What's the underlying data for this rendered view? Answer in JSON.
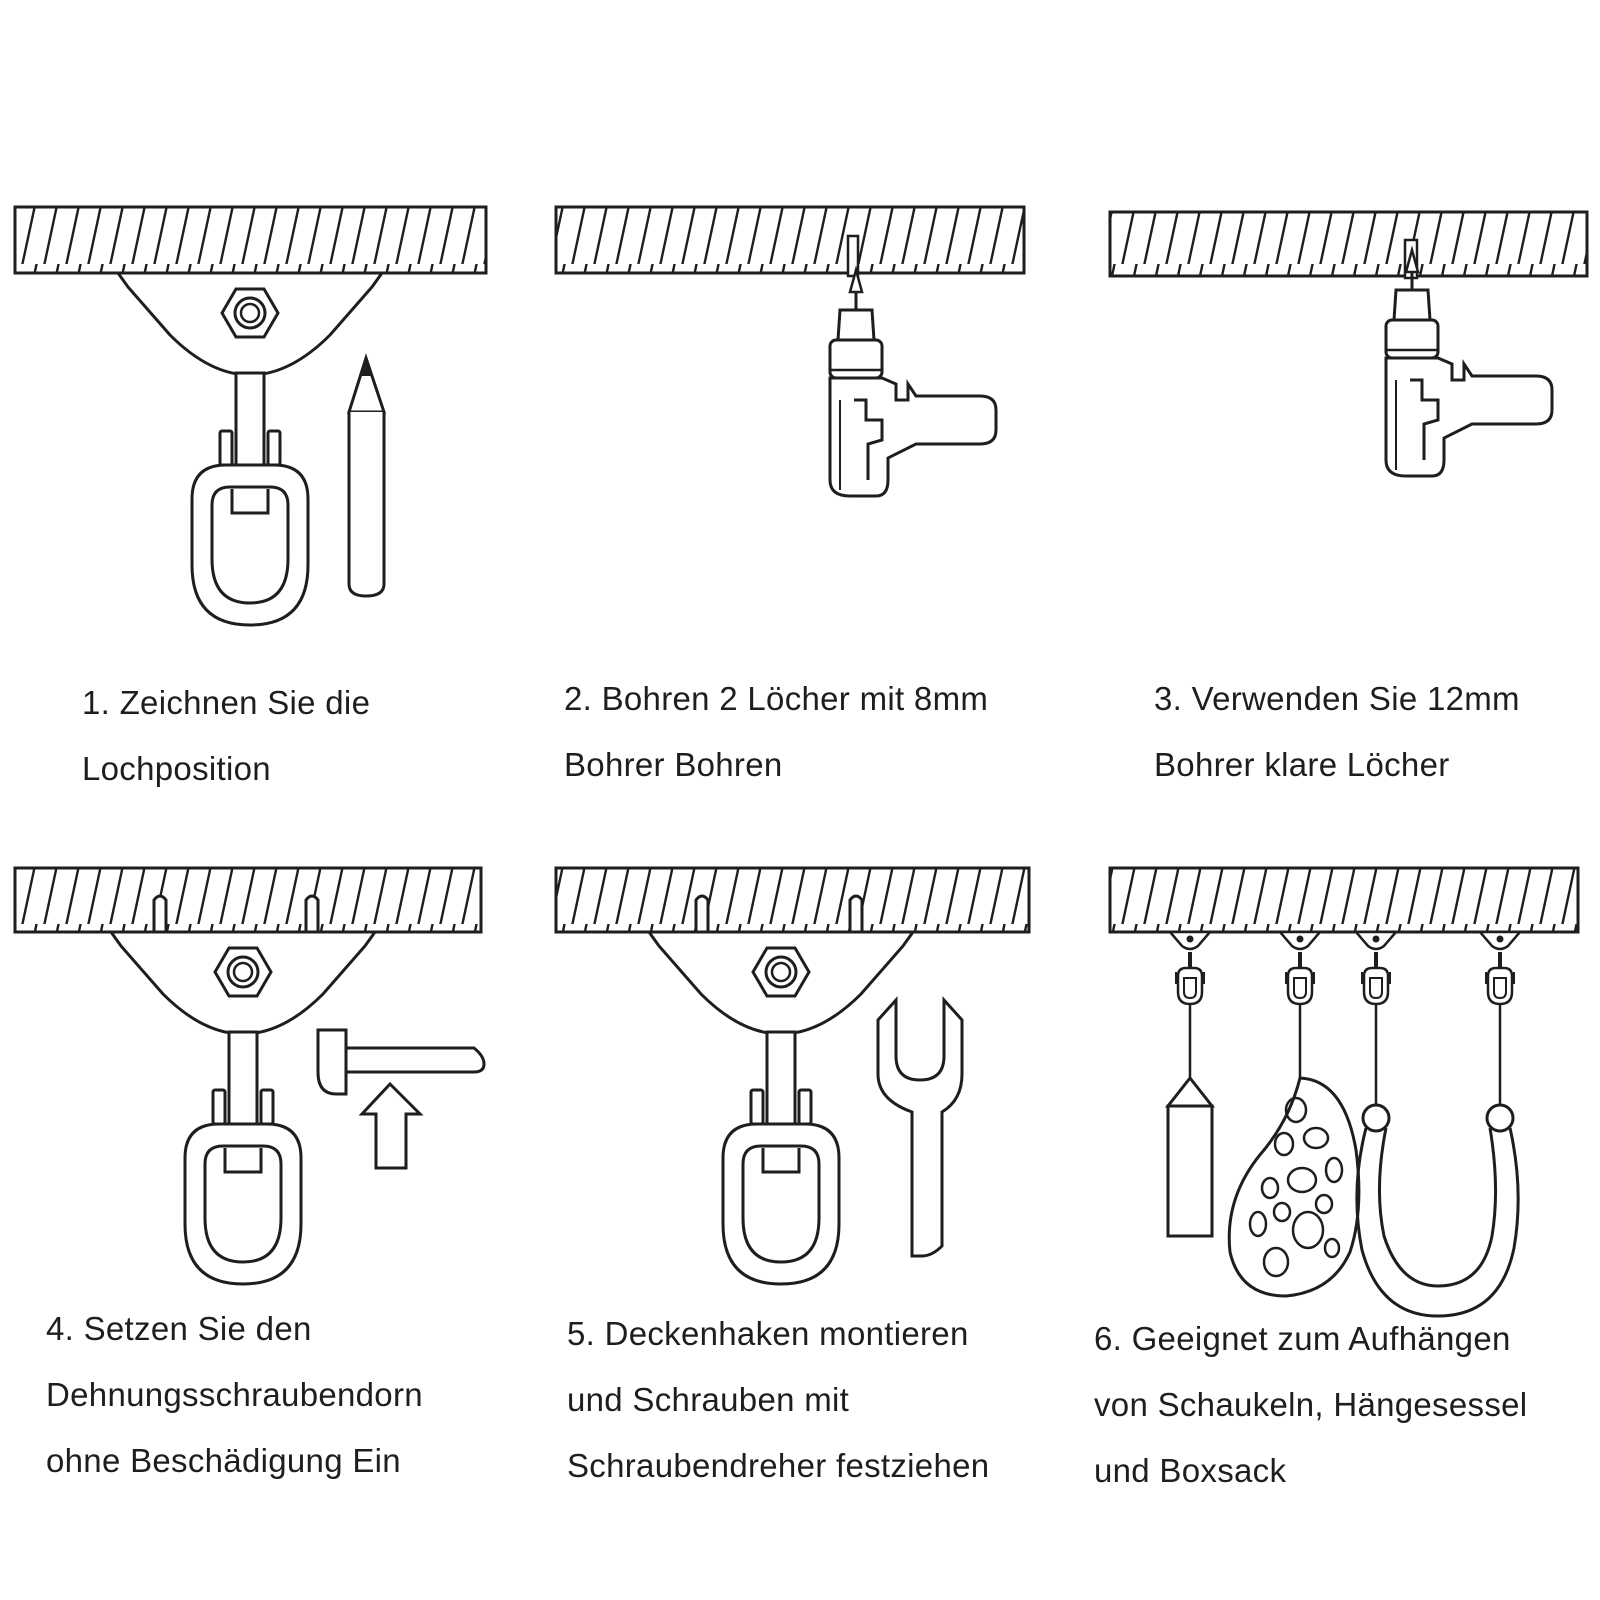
{
  "steps": [
    {
      "number": "1.",
      "lines": [
        "Zeichnen Sie die",
        "Lochposition"
      ]
    },
    {
      "number": "2.",
      "lines": [
        "Bohren 2 Löcher mit 8mm",
        "Bohrer Bohren"
      ]
    },
    {
      "number": "3.",
      "lines": [
        "Verwenden Sie 12mm",
        "Bohrer klare Löcher"
      ]
    },
    {
      "number": "4.",
      "lines": [
        "Setzen Sie den",
        "Dehnungsschraubendorn",
        "ohne Beschädigung Ein"
      ]
    },
    {
      "number": "5.",
      "lines": [
        "Deckenhaken montieren",
        "und Schrauben mit",
        "Schraubendreher festziehen"
      ]
    },
    {
      "number": "6.",
      "lines": [
        "Geeignet zum Aufhängen",
        "von Schaukeln, Hängesessel",
        "und Boxsack"
      ]
    }
  ],
  "illustrations": [
    {
      "step": 1,
      "icons": [
        "ceiling-hatch-icon",
        "swivel-hook-icon",
        "pencil-icon"
      ]
    },
    {
      "step": 2,
      "icons": [
        "ceiling-hatch-icon",
        "drill-icon"
      ]
    },
    {
      "step": 3,
      "icons": [
        "ceiling-hatch-icon",
        "drill-icon"
      ]
    },
    {
      "step": 4,
      "icons": [
        "ceiling-hatch-icon",
        "swivel-hook-icon",
        "hammer-icon",
        "arrow-up-icon"
      ]
    },
    {
      "step": 5,
      "icons": [
        "ceiling-hatch-icon",
        "swivel-hook-icon",
        "wrench-icon"
      ]
    },
    {
      "step": 6,
      "icons": [
        "ceiling-hatch-icon",
        "punching-bag-icon",
        "hanging-chair-icon",
        "swing-icon"
      ]
    }
  ],
  "colors": {
    "line": "#1e1e1e",
    "background": "#ffffff"
  }
}
